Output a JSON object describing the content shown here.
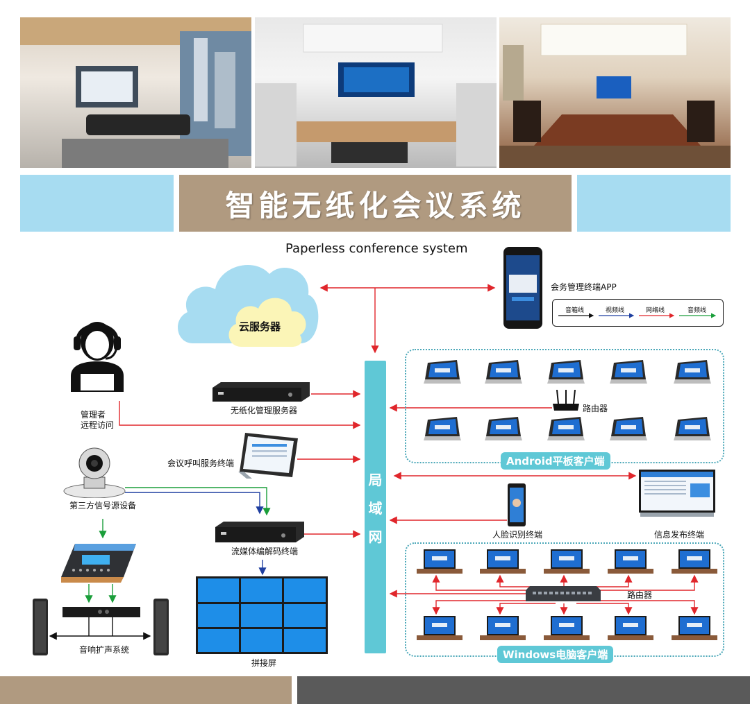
{
  "title_cn": "智能无纸化会议系统",
  "subtitle_en": "Paperless conference system",
  "lan_chars": [
    "局",
    "域",
    "网"
  ],
  "nodes": {
    "cloud_server": "云服务器",
    "management_app": "会务管理终端APP",
    "admin_remote_line1": "管理者",
    "admin_remote_line2": "远程访问",
    "paperless_server": "无纸化管理服务器",
    "call_terminal": "会议呼叫服务终端",
    "third_party": "第三方信号源设备",
    "media_codec": "流媒体编解码终端",
    "sound_system": "音响扩声系统",
    "video_wall": "拼接屏",
    "router_top": "路由器",
    "router_bottom": "路由器",
    "face_terminal": "人脸识别终端",
    "info_terminal": "信息发布终端"
  },
  "groups": {
    "android": "Android平板客户端",
    "windows": "Windows电脑客户端"
  },
  "legend": {
    "items": [
      {
        "label": "音箱线",
        "color": "#111111"
      },
      {
        "label": "视频线",
        "color": "#1f3fa0"
      },
      {
        "label": "网络线",
        "color": "#e0262b"
      },
      {
        "label": "音频线",
        "color": "#1a9e3a"
      }
    ]
  },
  "colors": {
    "network": "#e0262b",
    "video": "#1f3fa0",
    "audio": "#1a9e3a",
    "speaker": "#111111",
    "lan": "#5fc8d6",
    "title_bg": "#b09a80",
    "side_bar": "#a7dcf1",
    "footer_left": "#b09a80",
    "footer_right": "#5a5a5a"
  },
  "icons": [
    "cloud-icon",
    "headset-person-icon",
    "phone-icon",
    "server-icon",
    "tablet-icon",
    "camera-icon",
    "mixer-icon",
    "speaker-icon",
    "amplifier-icon",
    "video-wall-icon",
    "router-icon",
    "switch-icon",
    "kiosk-icon",
    "monitor-icon",
    "laptop-icon"
  ]
}
